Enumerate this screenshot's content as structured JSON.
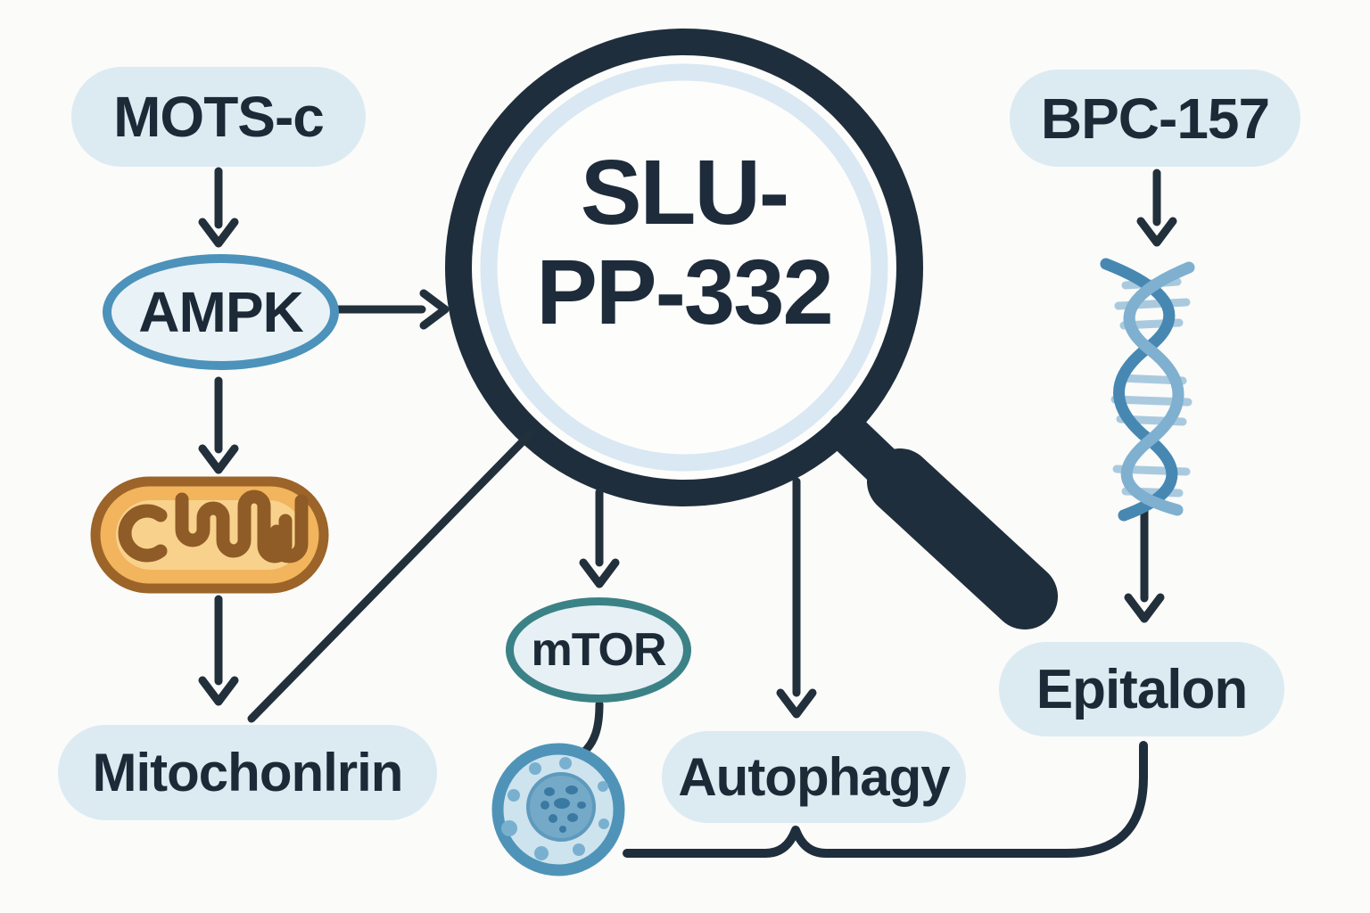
{
  "nodes": {
    "mots_c": {
      "label": "MOTS-c"
    },
    "ampk": {
      "label": "AMPK"
    },
    "mitochonlrin": {
      "label": "Mitochonlrin"
    },
    "magnifier": {
      "line1": "SLU-",
      "line2": "PP-332"
    },
    "mtor": {
      "label": "mTOR"
    },
    "autophagy": {
      "label": "Autophagy"
    },
    "bpc_157": {
      "label": "BPC-157"
    },
    "epitalon": {
      "label": "Epitalon"
    }
  },
  "icons": {
    "magnifier": "magnifier-icon",
    "mitochondrion": "mitochondrion-icon",
    "dna": "dna-helix-icon",
    "cell": "cell-icon"
  },
  "colors": {
    "background": "#fbfbf9",
    "ink": "#1f2e3c",
    "label_bg": "#dcebf2",
    "label_text": "#1c2a37",
    "ampk_border": "#4c92ba",
    "mtor_border": "#3b8287",
    "lens_inner_ring": "#d9e8f2",
    "mito_border": "#9c6428",
    "mito_body": "#f2b45c",
    "mito_lumen": "#f8d28c",
    "mito_cristae": "#8f5b26",
    "dna_strand": "#4788b3",
    "dna_strand_light": "#7fb0d0",
    "dna_rung": "#a9cade",
    "cell_ring": "#4f94b8",
    "cell_body": "#cde3ee",
    "cell_dot": "#7ab0cf",
    "cell_nucleus": "#74a9c8",
    "cell_nucleus_spot": "#3a79a2"
  }
}
